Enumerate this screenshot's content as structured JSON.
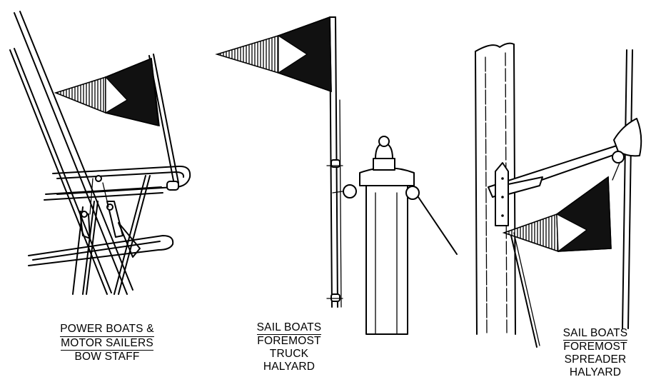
{
  "figure": {
    "captions": [
      {
        "lines": [
          "POWER BOATS &",
          "MOTOR SAILERS",
          "BOW STAFF"
        ]
      },
      {
        "lines": [
          "SAIL BOATS",
          "FOREMOST",
          "TRUCK",
          "HALYARD"
        ]
      },
      {
        "lines": [
          "SAIL BOATS",
          "FOREMOST",
          "SPREADER",
          "HALYARD"
        ]
      }
    ],
    "colors": {
      "ink": "#000000",
      "flag_dark": "#111111",
      "background": "#ffffff"
    }
  }
}
